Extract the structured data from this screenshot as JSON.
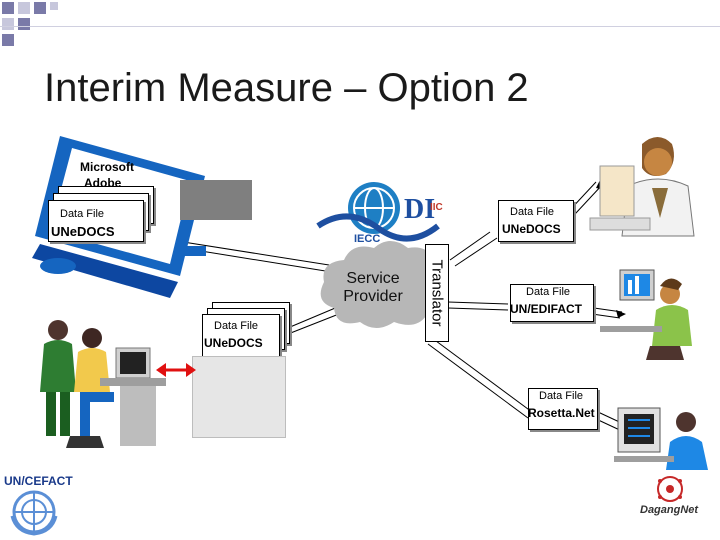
{
  "slide": {
    "title": "Interim Measure – Option 2"
  },
  "center": {
    "service_provider": "Service\nProvider",
    "translator": "Translator"
  },
  "left_pc": {
    "screen_text_1": "Microsoft",
    "screen_text_2": "Adobe"
  },
  "docs": {
    "left": {
      "small": "Data File",
      "big": "UNeDOCS"
    },
    "top_right": {
      "small": "Data File",
      "big": "UNeDOCS"
    },
    "middle": {
      "small": "Data File",
      "big": "UNeDOCS"
    },
    "right_mid": {
      "small": "Data File",
      "big": "UN/EDIFACT"
    },
    "bottom_right": {
      "small": "Data File",
      "big": "Rosetta.Net"
    }
  },
  "logos": {
    "bottom_left": "UN/CEFACT",
    "bottom_right": "DagangNet",
    "top_center_partial": "IIC"
  },
  "colors": {
    "arrow": "#e01010",
    "pc_blue": "#1565c0",
    "cloud": "#b7b7b7",
    "grey_box": "#7f7f7f"
  }
}
